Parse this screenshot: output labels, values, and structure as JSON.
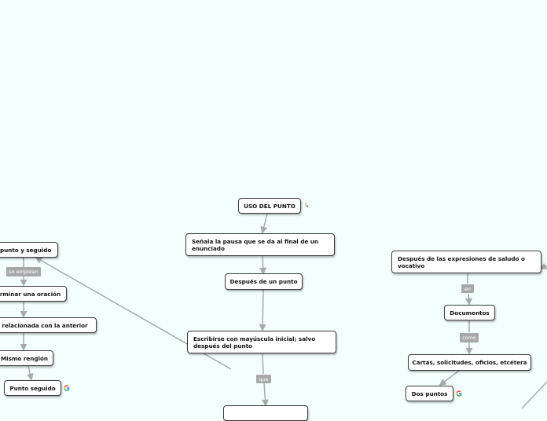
{
  "nodes": {
    "root": "USO DEL PUNTO",
    "senala": "Señala la pausa que se da al final de un enunciado",
    "despues_punto": "Después de un punto",
    "escribirse": "Escribirse con mayúscula inicial; salvo después del punto",
    "punto_y_seguido": "l punto y seguido",
    "terminar_oracion": "erminar una oración",
    "relacionada": "a relacionada con la anterior",
    "mismo_renglon": "Mismo renglón",
    "punto_seguido": "Punto seguido",
    "despues_expresiones": "Después de las expresiones de saludo o vocativo",
    "documentos": "Documentos",
    "cartas": "Cartas, solicitudes, oficios, etcétera",
    "dos_puntos": "Dos puntos"
  },
  "labels": {
    "se_emplean": "se emplean",
    "que": "que",
    "en": "en",
    "como": "como"
  },
  "icons": [
    "google-g-icon",
    "note-icon"
  ],
  "colors": {
    "background": "#f2fffd",
    "link": "#a7a9a8",
    "node_border": "#3a3a3a",
    "label_bg": "#a7a9a8"
  }
}
